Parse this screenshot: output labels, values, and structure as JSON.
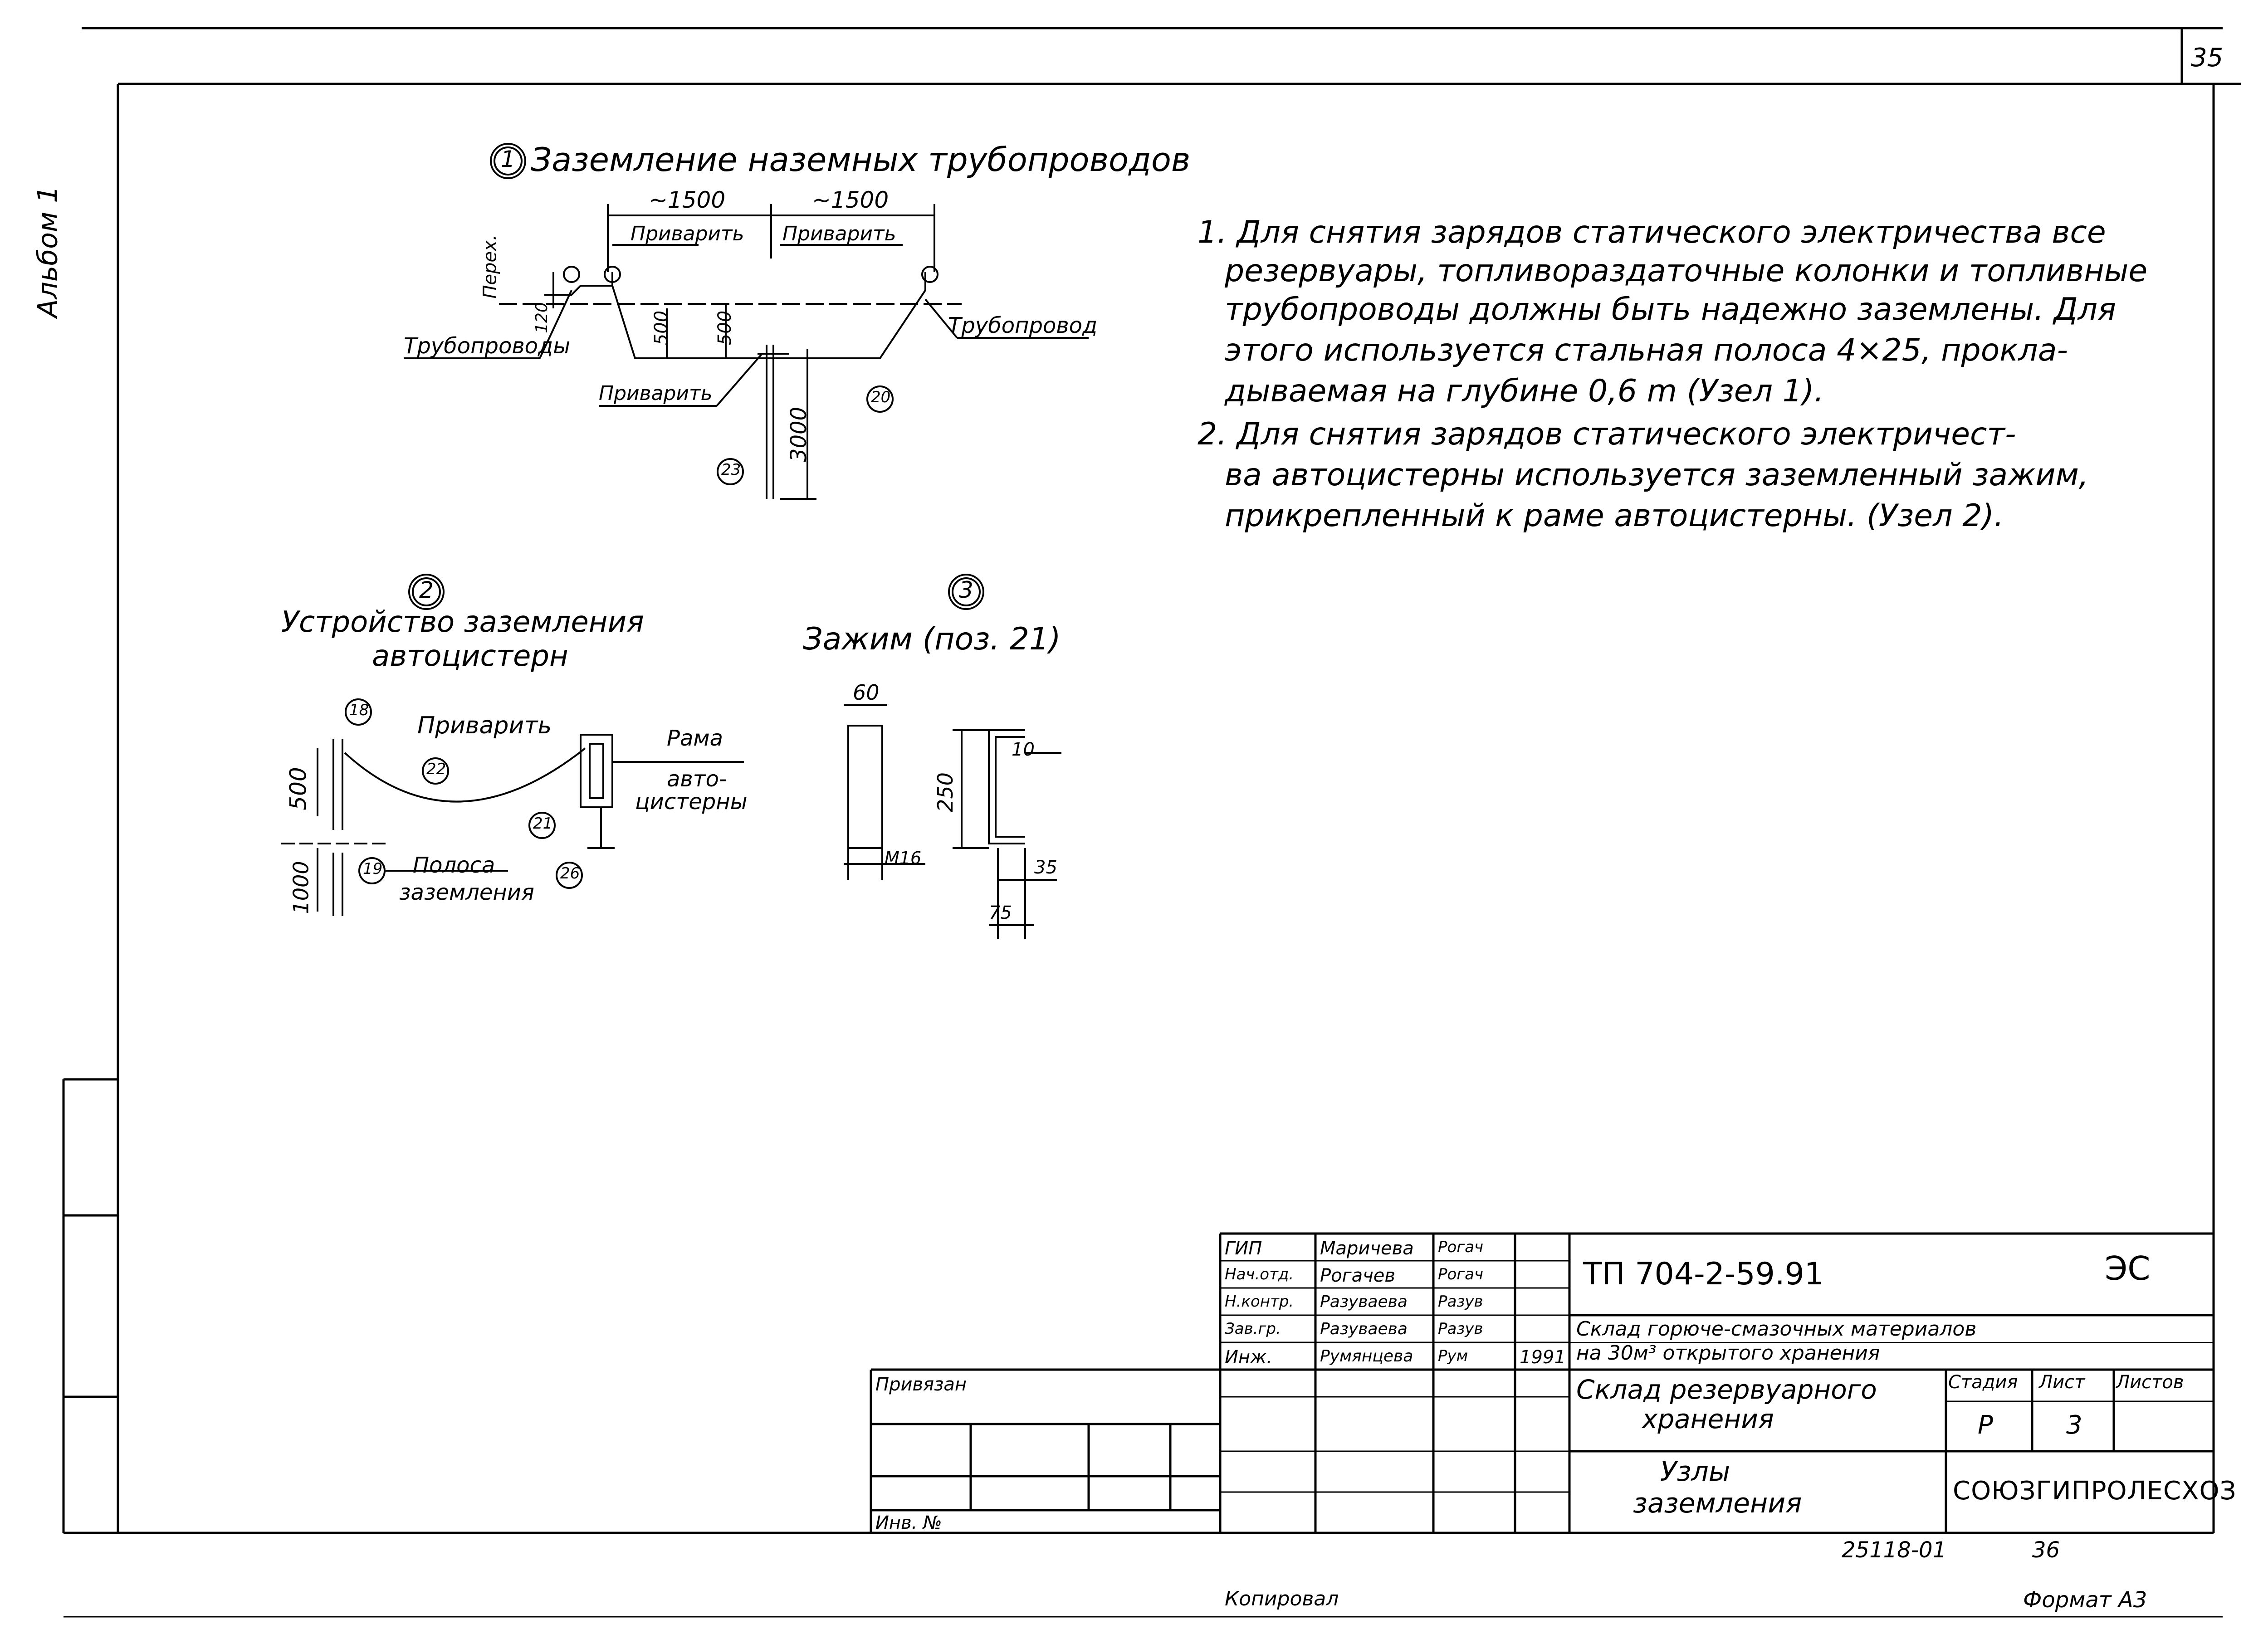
{
  "sheet": {
    "page_number": "35",
    "album": "Альбом 1",
    "doc_code": "25118-01",
    "doc_code_number": "36",
    "copied_by": "Копировал",
    "format": "Формат А3"
  },
  "node1": {
    "number": "1",
    "title": "Заземление наземных трубопроводов",
    "dim_left": "~1500",
    "dim_right": "~1500",
    "weld_left": "Приварить",
    "weld_right": "Приварить",
    "weld_bottom": "Приварить",
    "pipelines": "Трубопроводы",
    "pipeline": "Трубопровод",
    "crossing": "Перех.",
    "dim_120": "120",
    "dim_500": "500",
    "dim_500b": "500",
    "dim_3000": "3000",
    "pos_20": "20",
    "pos_23": "23"
  },
  "node2": {
    "number": "2",
    "title_line1": "Устройство заземления",
    "title_line2": "автоцистерн",
    "weld": "Приварить",
    "frame_line1": "Рама",
    "frame_line2": "авто-",
    "frame_line3": "цистерны",
    "strip_line1": "Полоса",
    "strip_line2": "заземления",
    "dim_500": "500",
    "dim_1000": "1000",
    "pos_18": "18",
    "pos_19": "19",
    "pos_21": "21",
    "pos_22": "22",
    "pos_26": "26"
  },
  "node3": {
    "number": "3",
    "title": "Зажим (поз. 21)",
    "dim_60": "60",
    "dim_m16": "M16",
    "dim_250": "250",
    "dim_10": "10",
    "dim_35": "35",
    "dim_75": "75"
  },
  "notes": {
    "n1_line1": "1. Для снятия зарядов статического электричества все",
    "n1_line2": "резервуары, топливораздаточные колонки и топливные",
    "n1_line3": "трубопроводы должны быть надежно заземлены. Для",
    "n1_line4": "этого используется стальная полоса 4×25, прокла-",
    "n1_line5": "дываемая на глубине 0,6 m (Узел 1).",
    "n2_line1": "2. Для снятия зарядов статического электричест-",
    "n2_line2": "ва автоцистерны используется заземленный зажим,",
    "n2_line3": "прикрепленный к раме автоцистерны. (Узел 2)."
  },
  "title_block": {
    "roles": [
      "ГИП",
      "Нач.отд.",
      "Н.контр.",
      "Зав.гр.",
      "Инж."
    ],
    "names": [
      "Маричева",
      "Рогачев",
      "Разуваева",
      "Разуваева",
      "Румянцева"
    ],
    "signatures": [
      "Рогач",
      "Рогач",
      "Разув",
      "Разув",
      "Рум"
    ],
    "year": "1991",
    "privyazan": "Привязан",
    "inv_no": "Инв. №",
    "project_code": "ТП  704-2-59.91",
    "mark": "ЭС",
    "project_name_line1": "Склад горюче-смазочных материалов",
    "project_name_line2": "на 30м³ открытого хранения",
    "object_line1": "Склад резервуарного",
    "object_line2": "хранения",
    "stage_header": "Стадия",
    "sheet_header": "Лист",
    "sheets_header": "Листов",
    "stage": "Р",
    "sheet": "3",
    "sheets": "",
    "drawing_line1": "Узлы",
    "drawing_line2": "заземления",
    "organization": "СОЮЗГИПРОЛЕСХОЗ"
  }
}
